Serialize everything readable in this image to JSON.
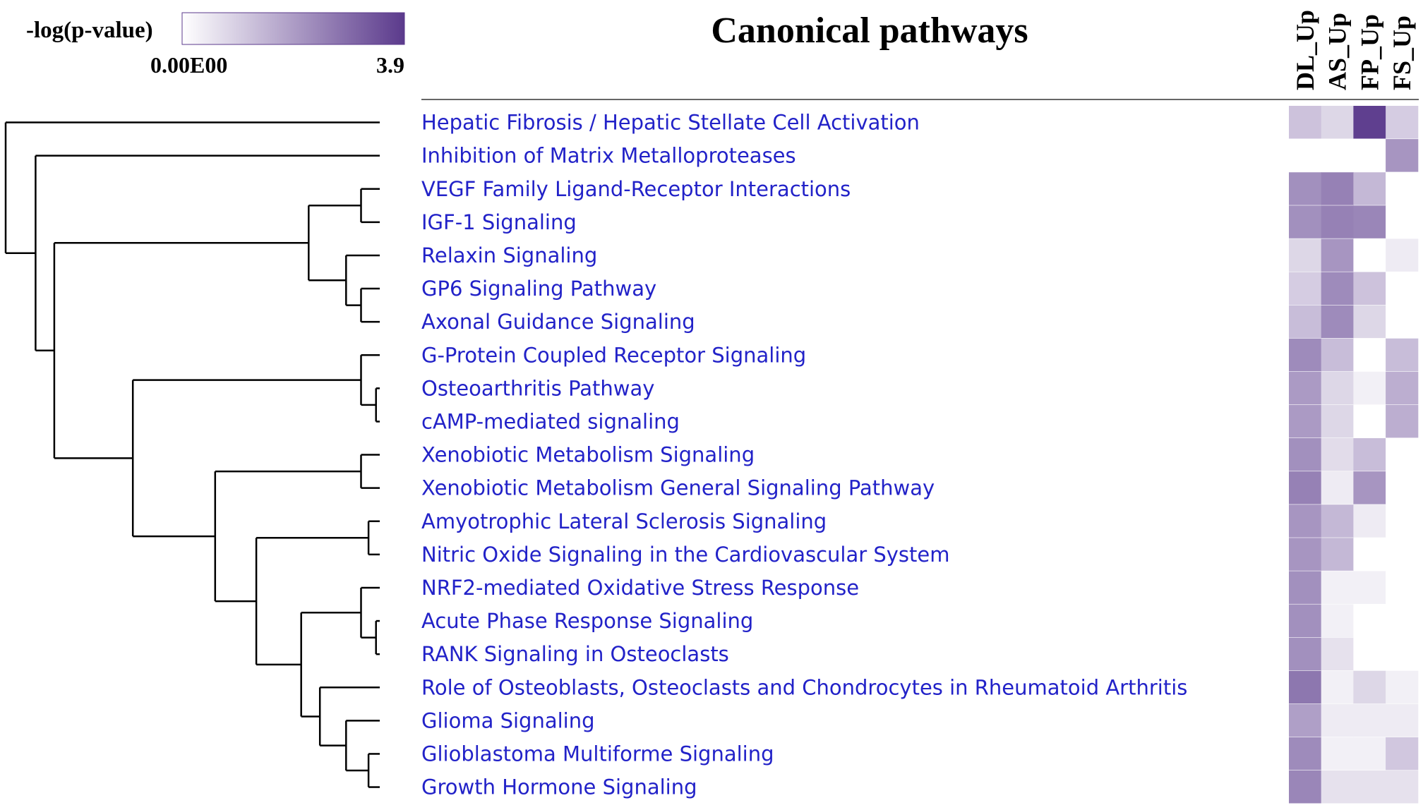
{
  "chart_data": {
    "type": "heatmap",
    "title": "Canonical pathways",
    "legend": {
      "title": "-log(p-value)",
      "min_label": "0.00E00",
      "max_label": "3.9",
      "min": 0,
      "max": 3.9,
      "color_low": "#ffffff",
      "color_high": "#5b3a8c"
    },
    "columns": [
      "DL_Up",
      "AS_Up",
      "FP_Up",
      "FS_Up"
    ],
    "rows": [
      "Hepatic Fibrosis / Hepatic Stellate Cell Activation",
      "Inhibition of Matrix Metalloproteases",
      "VEGF Family Ligand-Receptor Interactions",
      "IGF-1 Signaling",
      "Relaxin Signaling",
      "GP6 Signaling Pathway",
      "Axonal Guidance Signaling",
      "G-Protein Coupled Receptor Signaling",
      "Osteoarthritis Pathway",
      "cAMP-mediated signaling",
      "Xenobiotic Metabolism Signaling",
      "Xenobiotic Metabolism General Signaling Pathway",
      "Amyotrophic Lateral Sclerosis Signaling",
      "Nitric Oxide Signaling in the Cardiovascular System",
      "NRF2-mediated Oxidative Stress Response",
      "Acute Phase Response Signaling",
      "RANK Signaling in Osteoclasts",
      "Role of Osteoblasts, Osteoclasts and Chondrocytes in Rheumatoid Arthritis",
      "Glioma Signaling",
      "Glioblastoma Multiforme Signaling",
      "Growth Hormone Signaling"
    ],
    "values": [
      [
        1.2,
        0.8,
        3.8,
        1.0
      ],
      [
        0.0,
        0.0,
        0.0,
        2.1
      ],
      [
        2.2,
        2.5,
        1.4,
        0.0
      ],
      [
        2.2,
        2.5,
        2.4,
        0.0
      ],
      [
        0.8,
        2.1,
        0.0,
        0.4
      ],
      [
        1.0,
        2.3,
        1.2,
        0.0
      ],
      [
        1.3,
        2.3,
        0.8,
        0.0
      ],
      [
        2.3,
        1.3,
        0.0,
        1.3
      ],
      [
        2.0,
        0.8,
        0.3,
        1.6
      ],
      [
        2.0,
        0.8,
        0.0,
        1.6
      ],
      [
        2.2,
        0.7,
        1.3,
        0.0
      ],
      [
        2.5,
        0.4,
        2.1,
        0.0
      ],
      [
        2.1,
        1.4,
        0.4,
        0.0
      ],
      [
        2.1,
        1.4,
        0.0,
        0.0
      ],
      [
        2.2,
        0.3,
        0.3,
        0.0
      ],
      [
        2.2,
        0.3,
        0.0,
        0.0
      ],
      [
        2.2,
        0.6,
        0.0,
        0.0
      ],
      [
        2.7,
        0.3,
        0.8,
        0.3
      ],
      [
        1.9,
        0.4,
        0.4,
        0.4
      ],
      [
        2.3,
        0.3,
        0.3,
        1.1
      ],
      [
        2.4,
        0.6,
        0.6,
        0.6
      ]
    ],
    "dendrogram": {
      "merges": [
        [
          2,
          3
        ],
        [
          5,
          6
        ],
        [
          4,
          22
        ],
        [
          21,
          23
        ],
        [
          8,
          9
        ],
        [
          7,
          25
        ],
        [
          10,
          11
        ],
        [
          12,
          13
        ],
        [
          15,
          16
        ],
        [
          14,
          29
        ],
        [
          19,
          20
        ],
        [
          18,
          31
        ],
        [
          17,
          32
        ],
        [
          30,
          33
        ],
        [
          28,
          34
        ],
        [
          27,
          35
        ],
        [
          26,
          36
        ],
        [
          24,
          37
        ],
        [
          1,
          38
        ],
        [
          0,
          39
        ]
      ],
      "heights": [
        0.05,
        0.05,
        0.09,
        0.19,
        0.01,
        0.05,
        0.05,
        0.03,
        0.01,
        0.05,
        0.03,
        0.09,
        0.16,
        0.21,
        0.33,
        0.44,
        0.66,
        0.87,
        0.92,
        1.0
      ]
    }
  }
}
